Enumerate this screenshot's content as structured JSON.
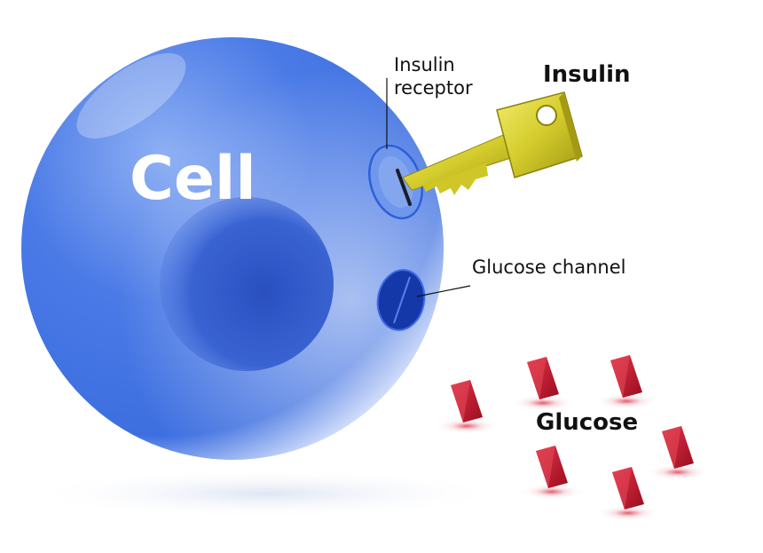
{
  "labels": {
    "cell": "Cell",
    "insulin_receptor_line1": "Insulin",
    "insulin_receptor_line2": "receptor",
    "insulin": "Insulin",
    "glucose_channel": "Glucose channel",
    "glucose": "Glucose"
  },
  "colors": {
    "cell_blue": "#3d6fe0",
    "cell_light": "#c9d8fb",
    "nucleus_blue": "#2d58c8",
    "channel_blue": "#1438a8",
    "key_yellow": "#d8d23a",
    "glucose_red": "#c0122a",
    "text_dark": "#111111",
    "text_white": "#ffffff"
  },
  "icons": {
    "insulin": "key-icon",
    "glucose": "glucose-crystal-icon"
  }
}
